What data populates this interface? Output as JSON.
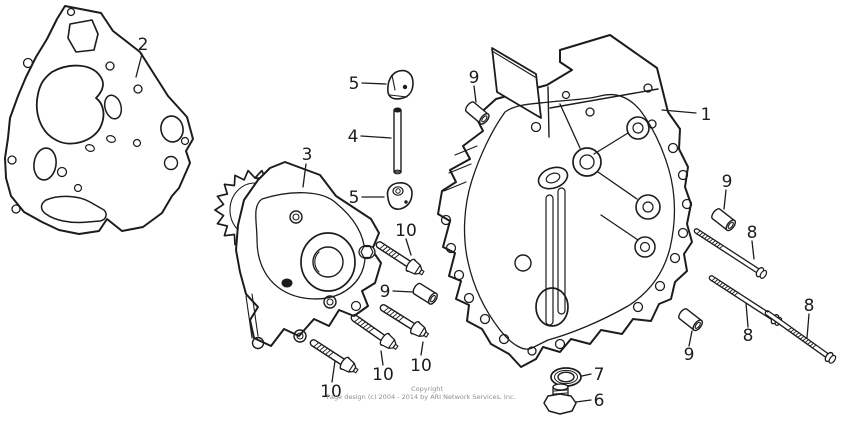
{
  "colors": {
    "background": "#ffffff",
    "line_art": "#1c1c1c",
    "copyright_text": "#8f8f8f"
  },
  "callouts": [
    {
      "label": "2"
    },
    {
      "label": "3"
    },
    {
      "label": "5"
    },
    {
      "label": "4"
    },
    {
      "label": "5"
    },
    {
      "label": "9"
    },
    {
      "label": "1"
    },
    {
      "label": "9"
    },
    {
      "label": "8"
    },
    {
      "label": "10"
    },
    {
      "label": "9"
    },
    {
      "label": "10"
    },
    {
      "label": "10"
    },
    {
      "label": "10"
    },
    {
      "label": "8"
    },
    {
      "label": "8"
    },
    {
      "label": "9"
    },
    {
      "label": "7"
    },
    {
      "label": "6"
    }
  ],
  "copyright": {
    "line1": "Copyright",
    "line2": "Page design (c) 2004 - 2014 by ARI Network Services, Inc."
  }
}
